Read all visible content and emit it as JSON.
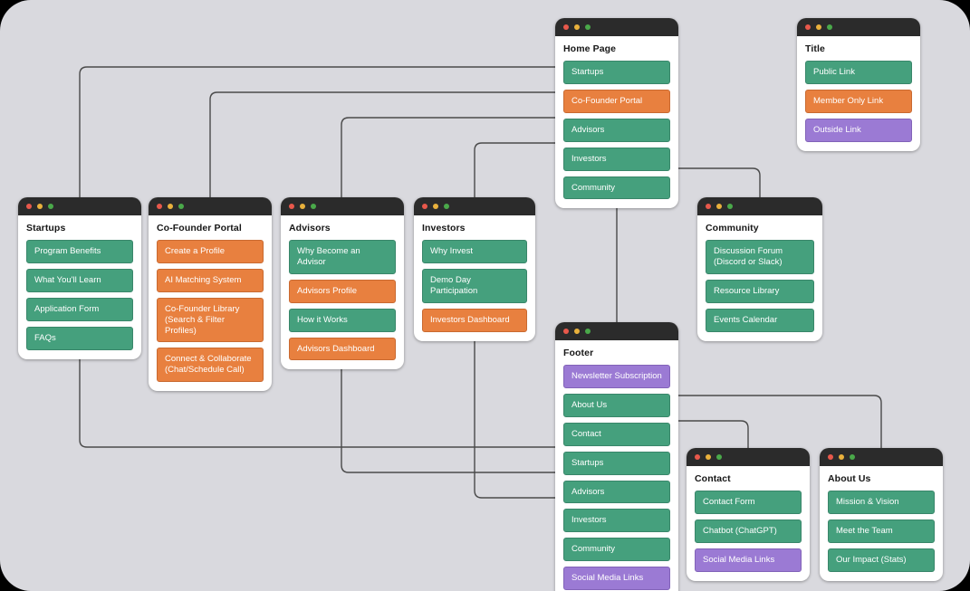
{
  "canvas": {
    "background": "#d9d9de",
    "page_background": "#000000"
  },
  "colors": {
    "public_link": "#45a07d",
    "member_only_link": "#e8803f",
    "outside_link": "#9b7ad4",
    "titlebar": "#2b2b2b",
    "connector": "#4a4a4a"
  },
  "cards": {
    "home": {
      "title": "Home Page",
      "items": [
        {
          "label": "Startups",
          "type": "public"
        },
        {
          "label": "Co-Founder Portal",
          "type": "member"
        },
        {
          "label": "Advisors",
          "type": "public"
        },
        {
          "label": "Investors",
          "type": "public"
        },
        {
          "label": "Community",
          "type": "public"
        }
      ]
    },
    "legend": {
      "title": "Title",
      "items": [
        {
          "label": "Public Link",
          "type": "public"
        },
        {
          "label": "Member Only Link",
          "type": "member"
        },
        {
          "label": "Outside Link",
          "type": "outside"
        }
      ]
    },
    "startups": {
      "title": "Startups",
      "items": [
        {
          "label": "Program Benefits",
          "type": "public"
        },
        {
          "label": "What You'll Learn",
          "type": "public"
        },
        {
          "label": "Application Form",
          "type": "public"
        },
        {
          "label": "FAQs",
          "type": "public"
        }
      ]
    },
    "cofounder": {
      "title": "Co-Founder Portal",
      "items": [
        {
          "label": "Create a Profile",
          "type": "member"
        },
        {
          "label": "AI Matching System",
          "type": "member"
        },
        {
          "label": "Co-Founder Library (Search & Filter Profiles)",
          "type": "member"
        },
        {
          "label": "Connect & Collaborate (Chat/Schedule Call)",
          "type": "member"
        }
      ]
    },
    "advisors": {
      "title": "Advisors",
      "items": [
        {
          "label": "Why Become an Advisor",
          "type": "public"
        },
        {
          "label": "Advisors Profile",
          "type": "member"
        },
        {
          "label": "How it Works",
          "type": "public"
        },
        {
          "label": "Advisors Dashboard",
          "type": "member"
        }
      ]
    },
    "investors": {
      "title": "Investors",
      "items": [
        {
          "label": "Why Invest",
          "type": "public"
        },
        {
          "label": "Demo Day Participation",
          "type": "public"
        },
        {
          "label": "Investors Dashboard",
          "type": "member"
        }
      ]
    },
    "community": {
      "title": "Community",
      "items": [
        {
          "label": "Discussion Forum (Discord or Slack)",
          "type": "public"
        },
        {
          "label": "Resource Library",
          "type": "public"
        },
        {
          "label": "Events Calendar",
          "type": "public"
        }
      ]
    },
    "footer": {
      "title": "Footer",
      "items": [
        {
          "label": "Newsletter Subscription",
          "type": "outside"
        },
        {
          "label": "About Us",
          "type": "public"
        },
        {
          "label": "Contact",
          "type": "public"
        },
        {
          "label": "Startups",
          "type": "public"
        },
        {
          "label": "Advisors",
          "type": "public"
        },
        {
          "label": "Investors",
          "type": "public"
        },
        {
          "label": "Community",
          "type": "public"
        },
        {
          "label": "Social Media Links",
          "type": "outside"
        }
      ]
    },
    "contact": {
      "title": "Contact",
      "items": [
        {
          "label": "Contact Form",
          "type": "public"
        },
        {
          "label": "Chatbot (ChatGPT)",
          "type": "public"
        },
        {
          "label": "Social Media Links",
          "type": "outside"
        }
      ]
    },
    "about": {
      "title": "About Us",
      "items": [
        {
          "label": "Mission & Vision",
          "type": "public"
        },
        {
          "label": "Meet the Team",
          "type": "public"
        },
        {
          "label": "Our Impact (Stats)",
          "type": "public"
        }
      ]
    }
  },
  "window_controls": {
    "close": "close-dot",
    "minimize": "minimize-dot",
    "maximize": "maximize-dot"
  }
}
